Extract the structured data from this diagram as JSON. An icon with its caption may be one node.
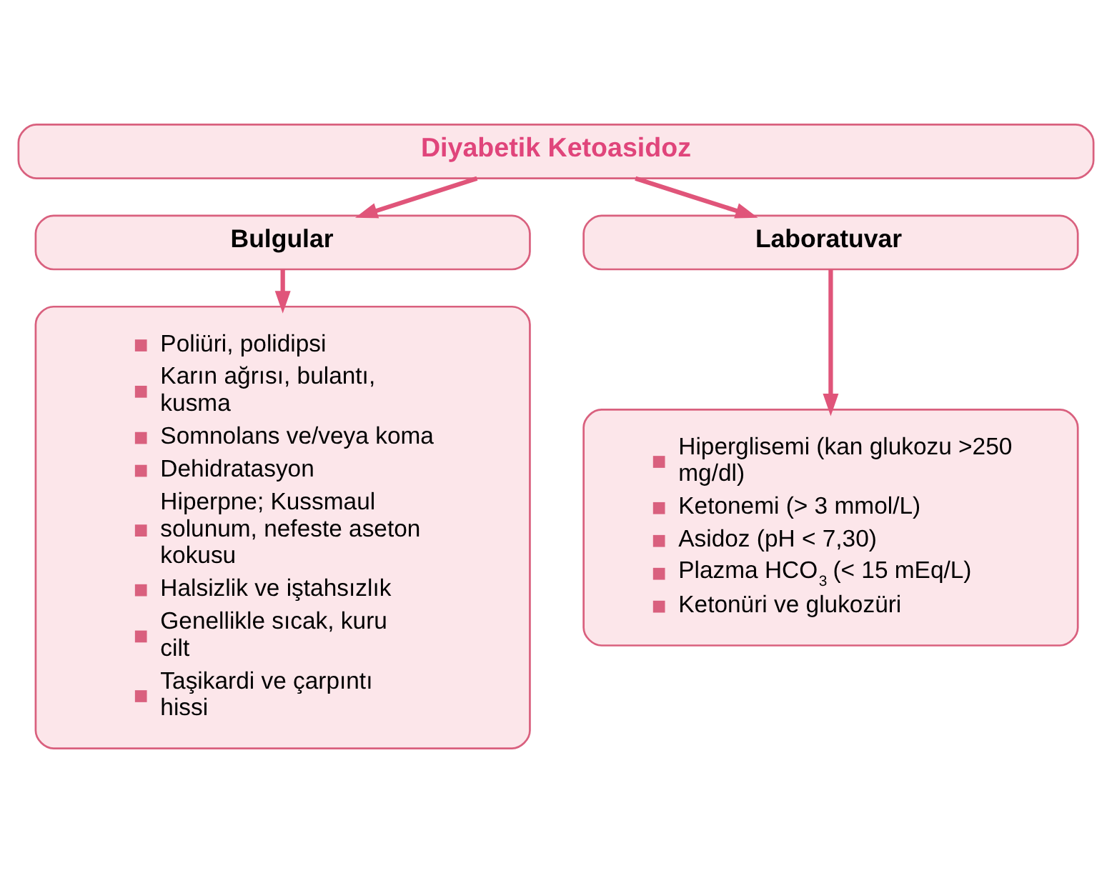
{
  "diagram": {
    "nodes": [
      {
        "text": [
          "Diyabetik Ketoasidoz"
        ]
      },
      {
        "text": [
          "Bulgular"
        ]
      },
      {
        "text": [
          "Laboratuvar"
        ]
      },
      {
        "text": [
          "Poliüri, polidipsi",
          "Karın ağrısı, bulantı, kusma",
          "Somnolans ve/veya koma",
          "Dehidratasyon",
          "Hiperpne; Kussmaul solunum, nefeste aseton kokusu",
          "Halsizlik ve iştahsızlık",
          "Genellikle sıcak, kuru cilt",
          "Taşikardi ve çarpıntı hissi"
        ]
      },
      {
        "text": [
          "Hiperglisemi (kan glukozu >250 mg/dl)",
          "Ketonemi (> 3 mmol/L)",
          "Asidoz (pH < 7,30)",
          "Plazma HCO$_{3}$ (< 15 mEq/L)",
          "Ketonüri ve glukozüri"
        ]
      }
    ],
    "edges": [
      {
        "from": 0,
        "to": 1,
        "arrow": "to"
      },
      {
        "from": 0,
        "to": 2,
        "arrow": "to"
      },
      {
        "from": 1,
        "to": 3,
        "arrow": "to"
      },
      {
        "from": 2,
        "to": 4,
        "arrow": "to"
      }
    ]
  }
}
